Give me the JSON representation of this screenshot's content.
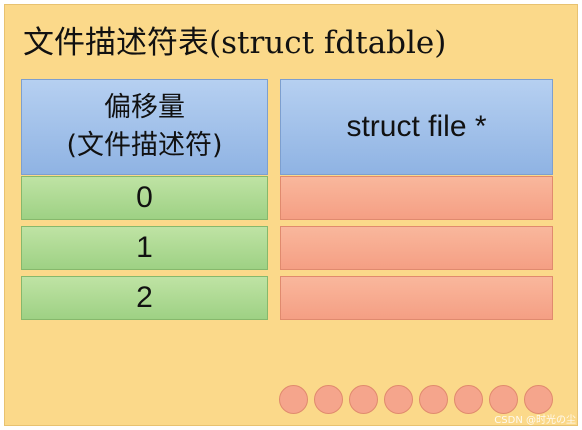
{
  "title": "文件描述符表(struct fdtable)",
  "header": {
    "left_line1": "偏移量",
    "left_line2": "(文件描述符)",
    "right": "struct file *"
  },
  "rows": [
    {
      "index": "0",
      "value": ""
    },
    {
      "index": "1",
      "value": ""
    },
    {
      "index": "2",
      "value": ""
    }
  ],
  "more_entries_dots": 8,
  "watermark": "CSDN @时光の尘",
  "colors": {
    "panel": "#fbd98a",
    "header": "#a3c2ea",
    "index_cell": "#b0da94",
    "pointer_cell": "#f7ab90"
  }
}
